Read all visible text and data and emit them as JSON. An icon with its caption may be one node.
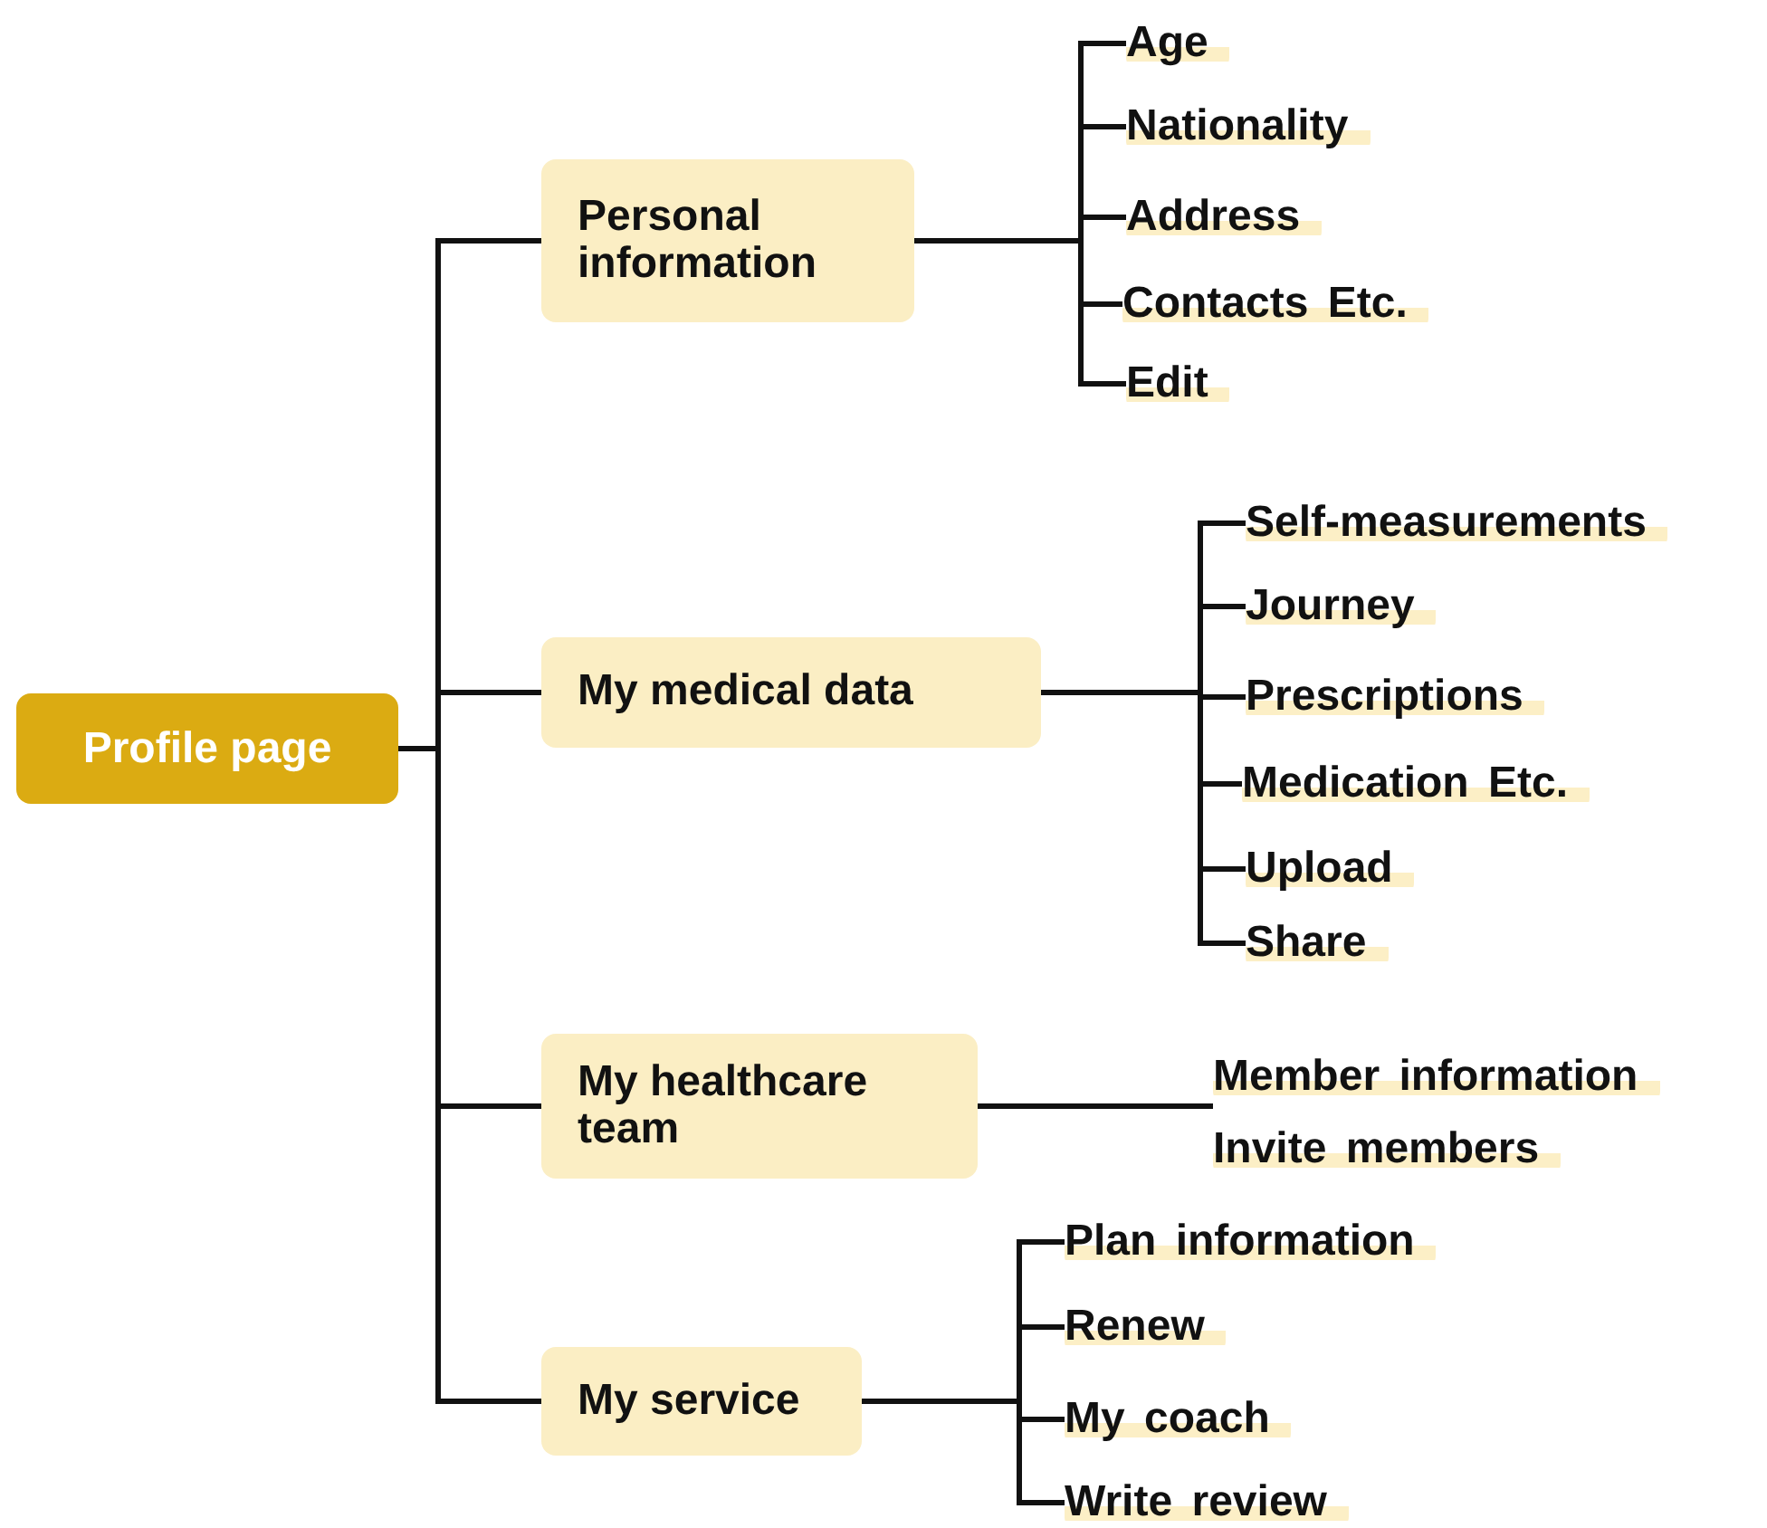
{
  "diagram": {
    "nodes": [
      {
        "text": [
          "Profile page"
        ]
      },
      {
        "text": [
          "Personal information"
        ]
      },
      {
        "text": [
          "My medical data"
        ]
      },
      {
        "text": [
          "My healthcare team"
        ]
      },
      {
        "text": [
          "My service"
        ]
      },
      {
        "text": [
          "Age"
        ]
      },
      {
        "text": [
          "Nationality"
        ]
      },
      {
        "text": [
          "Address"
        ]
      },
      {
        "text": [
          "Contacts Etc."
        ]
      },
      {
        "text": [
          "Edit"
        ]
      },
      {
        "text": [
          "Self-measurements"
        ]
      },
      {
        "text": [
          "Journey"
        ]
      },
      {
        "text": [
          "Prescriptions"
        ]
      },
      {
        "text": [
          "Medication Etc."
        ]
      },
      {
        "text": [
          "Upload"
        ]
      },
      {
        "text": [
          "Share"
        ]
      },
      {
        "text": [
          "Member information"
        ]
      },
      {
        "text": [
          "Invite members"
        ]
      },
      {
        "text": [
          "Plan information"
        ]
      },
      {
        "text": [
          "Renew"
        ]
      },
      {
        "text": [
          "My coach"
        ]
      },
      {
        "text": [
          "Write review"
        ]
      }
    ],
    "edges": [
      {
        "from": 0,
        "to": 1,
        "arrow": "none"
      },
      {
        "from": 0,
        "to": 2,
        "arrow": "none"
      },
      {
        "from": 0,
        "to": 3,
        "arrow": "none"
      },
      {
        "from": 0,
        "to": 4,
        "arrow": "none"
      },
      {
        "from": 1,
        "to": 5,
        "arrow": "none"
      },
      {
        "from": 1,
        "to": 6,
        "arrow": "none"
      },
      {
        "from": 1,
        "to": 7,
        "arrow": "none"
      },
      {
        "from": 1,
        "to": 8,
        "arrow": "none"
      },
      {
        "from": 1,
        "to": 9,
        "arrow": "none"
      },
      {
        "from": 2,
        "to": 10,
        "arrow": "none"
      },
      {
        "from": 2,
        "to": 11,
        "arrow": "none"
      },
      {
        "from": 2,
        "to": 12,
        "arrow": "none"
      },
      {
        "from": 2,
        "to": 13,
        "arrow": "none"
      },
      {
        "from": 2,
        "to": 14,
        "arrow": "none"
      },
      {
        "from": 2,
        "to": 15,
        "arrow": "none"
      },
      {
        "from": 3,
        "to": 16,
        "arrow": "none"
      },
      {
        "from": 4,
        "to": 18,
        "arrow": "none"
      },
      {
        "from": 4,
        "to": 19,
        "arrow": "none"
      },
      {
        "from": 4,
        "to": 20,
        "arrow": "none"
      },
      {
        "from": 4,
        "to": 21,
        "arrow": "none"
      }
    ]
  }
}
